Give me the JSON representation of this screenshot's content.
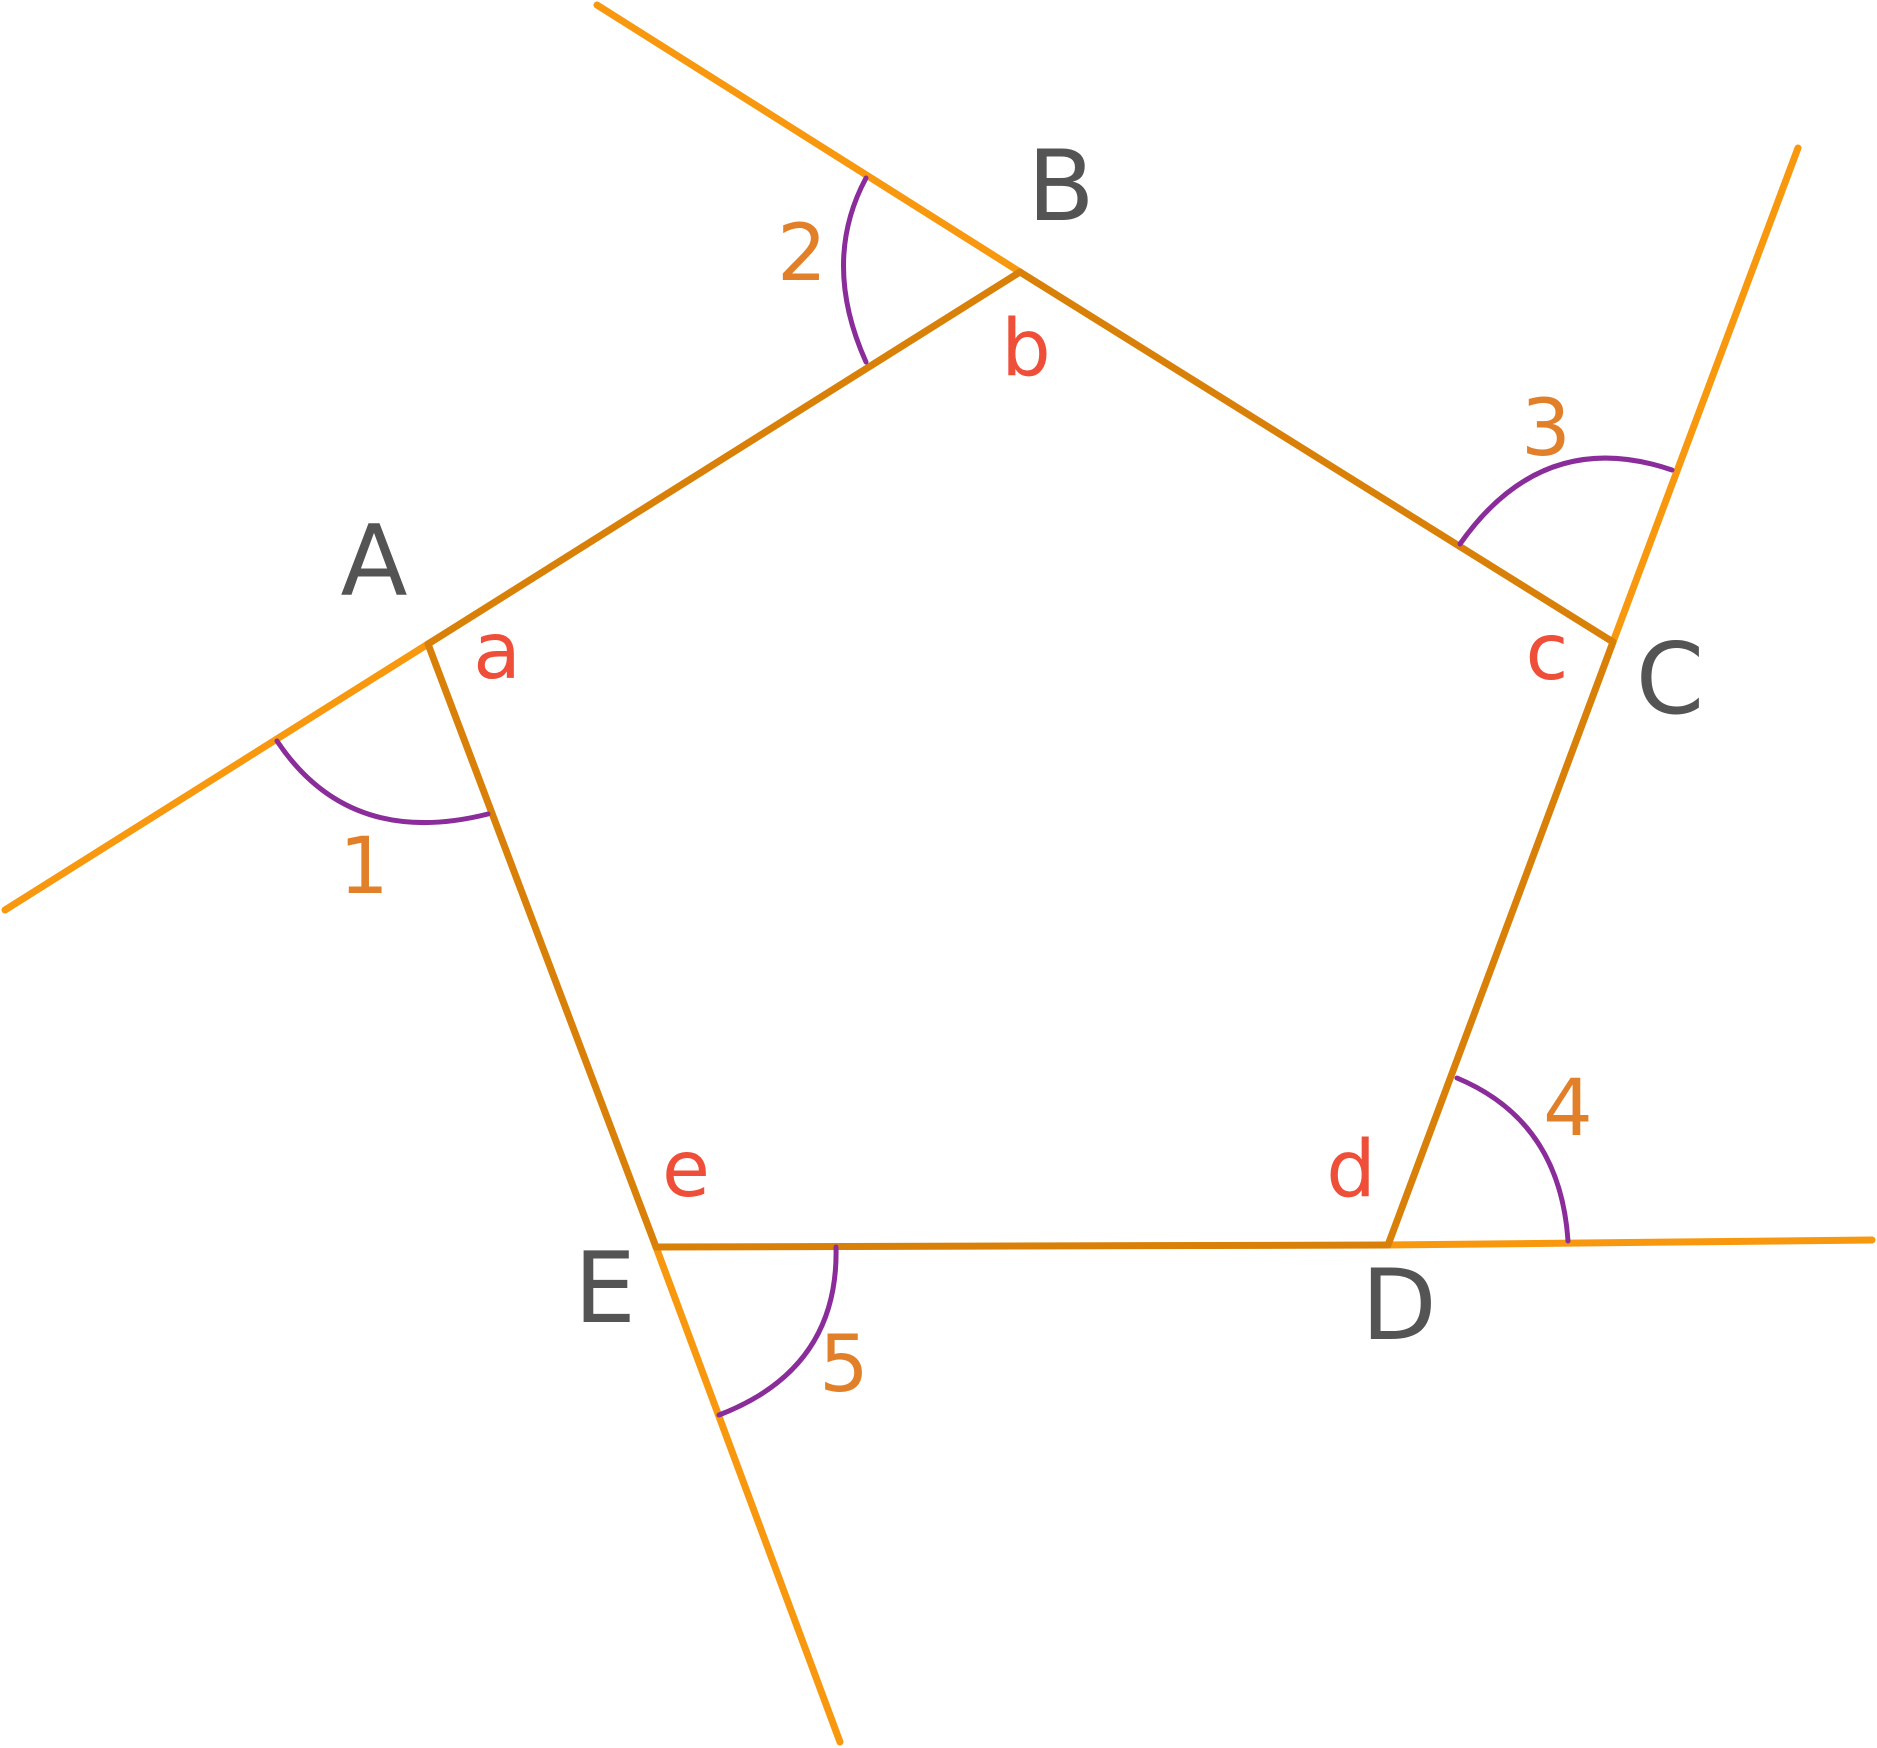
{
  "colors": {
    "extension_line": "#f7980f",
    "pentagon_side": "#d98008",
    "angle_arc": "#8a2d9a",
    "vertex_label": "#545454",
    "interior_label": "#ef4e38",
    "exterior_label": "#e2802a"
  },
  "vertices": [
    {
      "id": "A",
      "label": "A"
    },
    {
      "id": "B",
      "label": "B"
    },
    {
      "id": "C",
      "label": "C"
    },
    {
      "id": "D",
      "label": "D"
    },
    {
      "id": "E",
      "label": "E"
    }
  ],
  "interior_angles": [
    {
      "vertex": "A",
      "label": "a"
    },
    {
      "vertex": "B",
      "label": "b"
    },
    {
      "vertex": "C",
      "label": "c"
    },
    {
      "vertex": "D",
      "label": "d"
    },
    {
      "vertex": "E",
      "label": "e"
    }
  ],
  "exterior_angles": [
    {
      "vertex": "A",
      "label": "1"
    },
    {
      "vertex": "B",
      "label": "2"
    },
    {
      "vertex": "C",
      "label": "3"
    },
    {
      "vertex": "D",
      "label": "4"
    },
    {
      "vertex": "E",
      "label": "5"
    }
  ]
}
